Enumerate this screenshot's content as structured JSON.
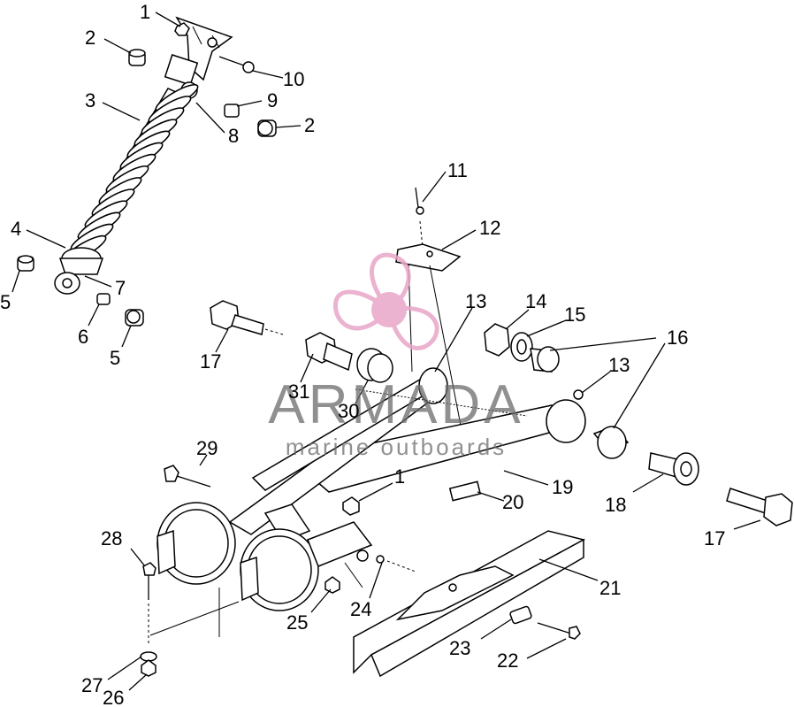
{
  "callouts": [
    {
      "text": "1"
    },
    {
      "text": "2"
    },
    {
      "text": "10"
    },
    {
      "text": "3"
    },
    {
      "text": "9"
    },
    {
      "text": "8"
    },
    {
      "text": "2"
    },
    {
      "text": "11"
    },
    {
      "text": "12"
    },
    {
      "text": "4"
    },
    {
      "text": "5"
    },
    {
      "text": "7"
    },
    {
      "text": "6"
    },
    {
      "text": "5"
    },
    {
      "text": "17"
    },
    {
      "text": "13"
    },
    {
      "text": "14"
    },
    {
      "text": "15"
    },
    {
      "text": "16"
    },
    {
      "text": "31"
    },
    {
      "text": "30"
    },
    {
      "text": "13"
    },
    {
      "text": "29"
    },
    {
      "text": "1"
    },
    {
      "text": "19"
    },
    {
      "text": "20"
    },
    {
      "text": "18"
    },
    {
      "text": "17"
    },
    {
      "text": "28"
    },
    {
      "text": "21"
    },
    {
      "text": "24"
    },
    {
      "text": "25"
    },
    {
      "text": "23"
    },
    {
      "text": "22"
    },
    {
      "text": "27"
    },
    {
      "text": "26"
    }
  ],
  "watermark": {
    "brand": "ARMADA",
    "tagline": "marine outboards",
    "color": "#e8a6c8"
  }
}
